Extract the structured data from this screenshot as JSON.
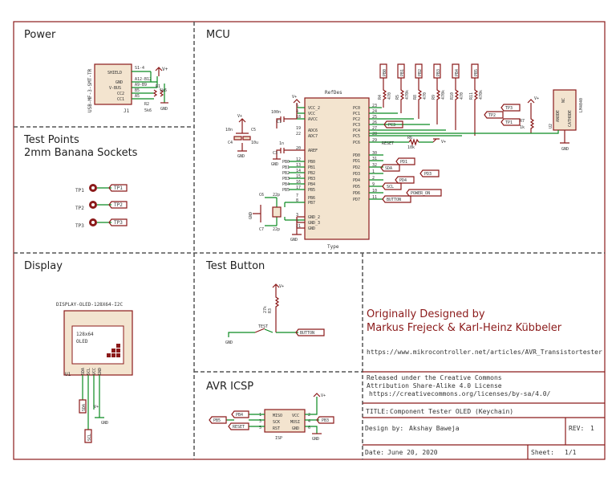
{
  "sections": {
    "power": "Power",
    "mcu": "MCU",
    "test_points_1": "Test Points",
    "test_points_2": "2mm Banana Sockets",
    "display": "Display",
    "test_button": "Test Button",
    "avr_icsp": "AVR ICSP"
  },
  "power": {
    "connector_name": "USB-MF-3-SMT-TR",
    "pins": [
      "SHIELD",
      "GND",
      "V-BUS",
      "CC2",
      "CC1"
    ],
    "pin_nums": [
      "S1-4",
      "A12-B12",
      "A9-B9",
      "B5",
      "A5"
    ],
    "ref": "J1",
    "r1": "R1",
    "r1_val": "5k6",
    "r2": "R2",
    "r2_val": "5k6",
    "vplus": "V+",
    "gnd": "GND"
  },
  "test_points": {
    "items": [
      {
        "ref": "TP1",
        "net": "TP1"
      },
      {
        "ref": "TP2",
        "net": "TP2"
      },
      {
        "ref": "TP3",
        "net": "TP3"
      }
    ]
  },
  "mcu": {
    "refdes": "RefDes",
    "type": "Type",
    "left_pins": [
      "VCC_2",
      "VCC",
      "AVCC",
      "ADC6",
      "ADC7",
      "AREF",
      "PB0",
      "PB1",
      "PB2",
      "PB3",
      "PB4",
      "PB5",
      "PB6",
      "PB7",
      "GND_2",
      "GND_3",
      "GND"
    ],
    "left_nums": [
      "6",
      "4",
      "18",
      "19",
      "22",
      "20",
      "12",
      "13",
      "14",
      "15",
      "16",
      "17",
      "7",
      "8",
      "3",
      "5",
      "21"
    ],
    "right_pins": [
      "PC0",
      "PC1",
      "PC2",
      "PC3",
      "PC4",
      "PC5",
      "PC6",
      "PD0",
      "PD1",
      "PD2",
      "PD3",
      "PD4",
      "PD5",
      "PD6",
      "PD7"
    ],
    "right_nums": [
      "23",
      "24",
      "25",
      "26",
      "27",
      "28",
      "29",
      "30",
      "31",
      "32",
      "1",
      "2",
      "9",
      "10",
      "11"
    ],
    "left_nets": [
      "PB0",
      "PB1",
      "PB2",
      "PB3",
      "PB4",
      "PB5"
    ],
    "top_nets": [
      "PB0",
      "PB1",
      "PB2",
      "PB3",
      "PB4",
      "PB5"
    ],
    "top_resistors": [
      {
        "ref": "R4",
        "val": "470"
      },
      {
        "ref": "R5",
        "val": "470k"
      },
      {
        "ref": "R8",
        "val": "470"
      },
      {
        "ref": "R9",
        "val": "470k"
      },
      {
        "ref": "R10",
        "val": "470"
      },
      {
        "ref": "R11",
        "val": "470k"
      }
    ],
    "r7": "R7",
    "r7_val": "1k",
    "r6": "R6",
    "r6_val": "10k",
    "reset": "RESET",
    "c1": "C1",
    "c1_val": "100n",
    "c4": "C4",
    "c4_val": "10n",
    "c5": "C5",
    "c5_val": "10u",
    "c3": "C3",
    "c3_val": "1n",
    "c6": "C6",
    "c6_val": "22p",
    "c7": "C7",
    "c7_val": "22p",
    "ref_ic": "U2",
    "ref_chip": "LM4040",
    "ref_pins": [
      "NC",
      "ANODE",
      "CATHODE"
    ],
    "flags_right": [
      "TP3",
      "TP2",
      "TP1",
      "PC3",
      "PD1",
      "SDA",
      "PD3",
      "PD4",
      "SCL",
      "POWER_ON",
      "BUTTON"
    ],
    "vplus": "V+",
    "gnd": "GND"
  },
  "display": {
    "part": "DISPLAY-OLED-128X64-I2C",
    "screen_1": "128x64",
    "screen_2": "OLED",
    "ref": "U1",
    "pins": [
      "SDA",
      "SCL",
      "VCC",
      "GND"
    ],
    "net_sda": "SDA",
    "net_scl": "SCL",
    "vplus": "V+",
    "gnd": "GND"
  },
  "test_button": {
    "vplus": "V+",
    "r_ref": "R3",
    "r_val": "27k",
    "sw": "TEST",
    "net": "BUTTON",
    "gnd": "GND"
  },
  "icsp": {
    "ref": "ISP",
    "pins_left": [
      "MISO",
      "SCK",
      "RST"
    ],
    "pins_right": [
      "VCC",
      "MOSI",
      "GND"
    ],
    "nums_left": [
      "1",
      "3",
      "5"
    ],
    "nums_right": [
      "2",
      "4",
      "6"
    ],
    "nets_left": [
      "PB4",
      "PB5",
      "RESET"
    ],
    "net_right": "PB3",
    "vplus": "V+",
    "gnd": "GND"
  },
  "credits": {
    "line1": "Originally Designed by",
    "line2": "Markus Frejeck & Karl-Heinz Kübbeler",
    "url": "https://www.mikrocontroller.net/articles/AVR_Transistortester"
  },
  "license": {
    "line1": "Released under the Creative Commons",
    "line2": "Attribution Share-Alike 4.0 License",
    "line3": "https://creativecommons.org/licenses/by-sa/4.0/"
  },
  "title_block": {
    "title_label": "TITLE:",
    "title": "Component Tester OLED (Keychain)",
    "design_label": "Design by:",
    "designer": "Akshay Baweja",
    "rev_label": "REV:",
    "rev": "1",
    "date_label": "Date:",
    "date": "June 20, 2020",
    "sheet_label": "Sheet:",
    "sheet": "1/1"
  }
}
